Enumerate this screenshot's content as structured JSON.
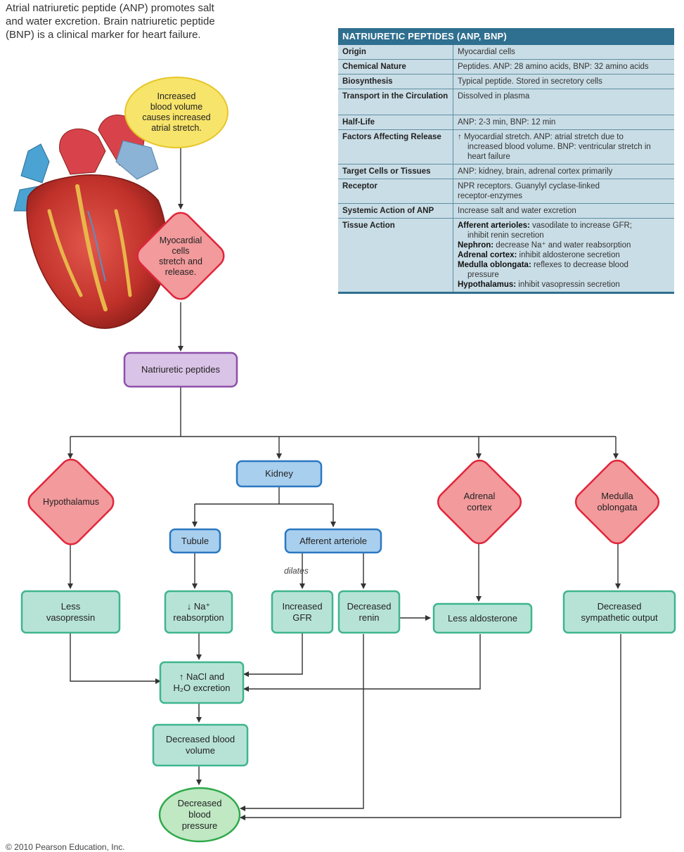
{
  "intro": {
    "line1": "Atrial natriuretic peptide (ANP) promotes salt",
    "line2": "and water excretion. Brain natriuretic peptide",
    "line3": "(BNP) is a clinical marker for heart failure."
  },
  "copyright": "© 2010 Pearson Education, Inc.",
  "table": {
    "title": "NATRIURETIC PEPTIDES (ANP, BNP)",
    "rows": [
      {
        "key": "Origin",
        "value": "Myocardial cells"
      },
      {
        "key": "Chemical Nature",
        "value": "Peptides. ANP: 28 amino acids, BNP: 32 amino acids"
      },
      {
        "key": "Biosynthesis",
        "value": "Typical peptide. Stored in secretory cells"
      },
      {
        "key": "Transport in the Circulation",
        "value": "Dissolved in plasma"
      },
      {
        "key": "Half-Life",
        "value": "ANP: 2-3 min, BNP: 12 min"
      },
      {
        "key": "Factors Affecting Release",
        "value_lines": [
          "↑ Myocardial stretch. ANP: atrial stretch due to",
          "increased blood volume. BNP: ventricular stretch in",
          "heart failure"
        ]
      },
      {
        "key": "Target Cells or Tissues",
        "value": "ANP: kidney, brain, adrenal cortex primarily"
      },
      {
        "key": "Receptor",
        "value_lines": [
          "NPR receptors. Guanylyl cyclase-linked",
          "receptor-enzymes"
        ]
      },
      {
        "key": "Systemic Action of ANP",
        "value": "Increase salt and water excretion"
      },
      {
        "key": "Tissue Action",
        "actions": [
          {
            "term": "Afferent arterioles:",
            "text": " vasodilate to increase GFR;",
            "cont": "inhibit renin secretion"
          },
          {
            "term": "Nephron:",
            "text": " decrease Na⁺ and water reabsorption",
            "cont": ""
          },
          {
            "term": "Adrenal cortex:",
            "text": " inhibit aldosterone secretion",
            "cont": ""
          },
          {
            "term": "Medulla oblongata:",
            "text": " reflexes to decrease blood",
            "cont": "pressure"
          },
          {
            "term": "Hypothalamus:",
            "text": " inhibit vasopressin secretion",
            "cont": ""
          }
        ]
      }
    ]
  },
  "nodes": {
    "stretch": [
      "Increased",
      "blood volume",
      "causes increased",
      "atrial stretch."
    ],
    "myocardial": [
      "Myocardial",
      "cells",
      "stretch and",
      "release."
    ],
    "peptides": "Natriuretic peptides",
    "kidney": "Kidney",
    "hypothalamus": "Hypothalamus",
    "adrenal": [
      "Adrenal",
      "cortex"
    ],
    "medulla": [
      "Medulla",
      "oblongata"
    ],
    "tubule": "Tubule",
    "afferent": "Afferent arteriole",
    "dilates": "dilates",
    "less_vasopressin": [
      "Less",
      "vasopressin"
    ],
    "na_reabsorption": [
      "↓ Na⁺",
      "reabsorption"
    ],
    "increased_gfr": [
      "Increased",
      "GFR"
    ],
    "decreased_renin": [
      "Decreased",
      "renin"
    ],
    "less_aldosterone": "Less aldosterone",
    "decreased_sympathetic": [
      "Decreased",
      "sympathetic output"
    ],
    "nacl_excretion": [
      "↑ NaCl and",
      "H₂O excretion"
    ],
    "decreased_volume": [
      "Decreased blood",
      "volume"
    ],
    "decreased_pressure": [
      "Decreased",
      "blood",
      "pressure"
    ]
  },
  "colors": {
    "yellow": "#f7e46a",
    "red_diamond": "#f29a9c",
    "purple": "#d9c3e6",
    "blue": "#a9cfee",
    "teal": "#b7e3d6",
    "green_oval": "#bfe8c3",
    "table_header": "#2f6f8f",
    "table_body": "#c9dde6"
  }
}
